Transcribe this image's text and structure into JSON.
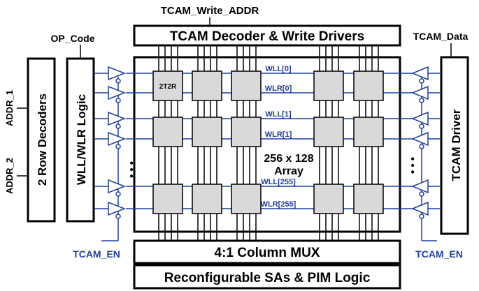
{
  "top_input": "TCAM_Write_ADDR",
  "op_code_label": "OP_Code",
  "tcam_data_label": "TCAM_Data",
  "decoder_title": "TCAM Decoder & Write Drivers",
  "row_decoders": "2 Row Decoders",
  "wll_wlr_logic": "WLL/WLR Logic",
  "tcam_driver": "TCAM Driver",
  "addr_1": "ADDR_1",
  "addr_2": "ADDR_2",
  "cell_label": "2T2R",
  "array_label_line1": "256 x 128",
  "array_label_line2": "Array",
  "word_lines": [
    "WLL[0]",
    "WLR[0]",
    "WLL[1]",
    "WLR[1]",
    "WLL[255]",
    "WLR[255]"
  ],
  "column_mux": "4:1 Column MUX",
  "sa_pim": "Reconfigurable SAs & PIM Logic",
  "tcam_en_left": "TCAM_EN",
  "tcam_en_right": "TCAM_EN",
  "ellipsis": "• • •",
  "colors": {
    "blue": "#1f3fa0",
    "cell_fill": "#d9d9d9",
    "line": "#000000"
  }
}
